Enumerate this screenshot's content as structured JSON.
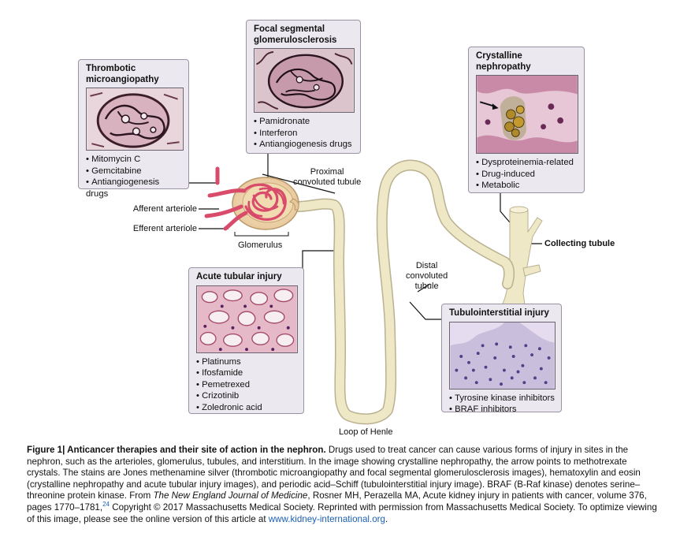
{
  "labels": {
    "proximal": [
      "Proximal",
      "convoluted tubule"
    ],
    "afferent": "Afferent arteriole",
    "efferent": "Efferent arteriole",
    "glomerulus": "Glomerulus",
    "distal": [
      "Distal",
      "convoluted",
      "tubule"
    ],
    "collecting": "Collecting tubule",
    "henle": "Loop of Henle"
  },
  "boxes": {
    "thrombotic": {
      "title": [
        "Thrombotic",
        "microangiopathy"
      ],
      "items": [
        "Mitomycin C",
        "Gemcitabine",
        "Antiangiogenesis drugs"
      ]
    },
    "focal": {
      "title": [
        "Focal segmental",
        "glomerulosclerosis"
      ],
      "items": [
        "Pamidronate",
        "Interferon",
        "Antiangiogenesis drugs"
      ]
    },
    "crystalline": {
      "title": [
        "Crystalline",
        "nephropathy"
      ],
      "items": [
        "Dysproteinemia-related",
        "Drug-induced",
        "Metabolic"
      ]
    },
    "acute": {
      "title": [
        "Acute tubular injury"
      ],
      "items": [
        "Platinums",
        "Ifosfamide",
        "Pemetrexed",
        "Crizotinib",
        "Zoledronic acid"
      ]
    },
    "tubulo": {
      "title": [
        "Tubulointerstitial injury"
      ],
      "items": [
        "Tyrosine kinase inhibitors",
        "BRAF inhibitors"
      ]
    }
  },
  "caption": {
    "fig_label": "Figure 1| Anticancer therapies and their site of action in the nephron.",
    "text_1": " Drugs used to treat cancer can cause various forms of injury in sites in the nephron, such as the arterioles, glomerulus, tubules, and interstitium. In the image showing crystalline nephropathy, the arrow points to methotrexate crystals. The stains are Jones methenamine silver (thrombotic microangiopathy and focal segmental glomerulosclerosis images), hematoxylin and eosin (crystalline nephropathy and acute tubular injury images), and periodic acid–Schiff (tubulointerstitial injury image). BRAF (B-Raf kinase) denotes serine–threonine protein kinase. From ",
    "journal": "The New England Journal of Medicine",
    "text_2": ", Rosner MH, Perazella MA, Acute kidney injury in patients with cancer, volume 376, pages 1770–1781,",
    "ref": "24",
    "text_3": " Copyright © 2017 Massachusetts Medical Society. Reprinted with permission from Massachusetts Medical Society. To optimize viewing of this image, please see the online version of this article at ",
    "link": "www.kidney-international.org",
    "text_4": "."
  },
  "colors": {
    "tubule": "#efe8c6",
    "tubule_edge": "#b9b190",
    "vessel": "#d94b6a",
    "box_bg": "#ece8ef",
    "box_border": "#9b93a3",
    "link": "#1a5fb4"
  }
}
